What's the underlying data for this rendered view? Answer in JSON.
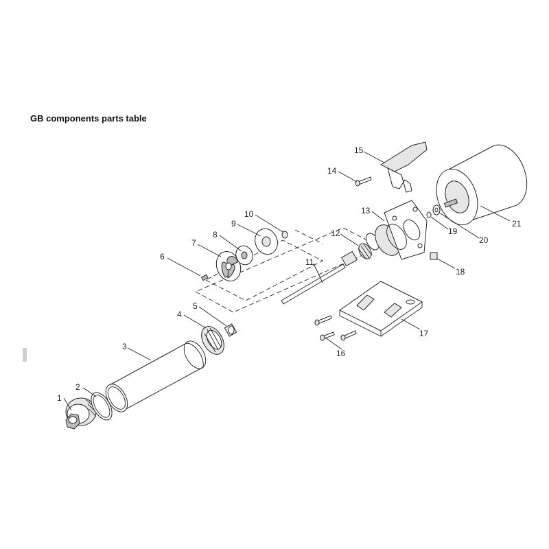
{
  "title": "GB components parts table",
  "callouts": [
    {
      "id": "c1",
      "label": "1"
    },
    {
      "id": "c2",
      "label": "2"
    },
    {
      "id": "c3",
      "label": "3"
    },
    {
      "id": "c4",
      "label": "4"
    },
    {
      "id": "c5",
      "label": "5"
    },
    {
      "id": "c6",
      "label": "6"
    },
    {
      "id": "c7",
      "label": "7"
    },
    {
      "id": "c8",
      "label": "8"
    },
    {
      "id": "c9",
      "label": "9"
    },
    {
      "id": "c10",
      "label": "10"
    },
    {
      "id": "c11",
      "label": "11"
    },
    {
      "id": "c12",
      "label": "12"
    },
    {
      "id": "c13",
      "label": "13"
    },
    {
      "id": "c14",
      "label": "14"
    },
    {
      "id": "c15",
      "label": "15"
    },
    {
      "id": "c16",
      "label": "16"
    },
    {
      "id": "c17",
      "label": "17"
    },
    {
      "id": "c18",
      "label": "18"
    },
    {
      "id": "c19",
      "label": "19"
    },
    {
      "id": "c20",
      "label": "20"
    },
    {
      "id": "c21",
      "label": "21"
    }
  ]
}
